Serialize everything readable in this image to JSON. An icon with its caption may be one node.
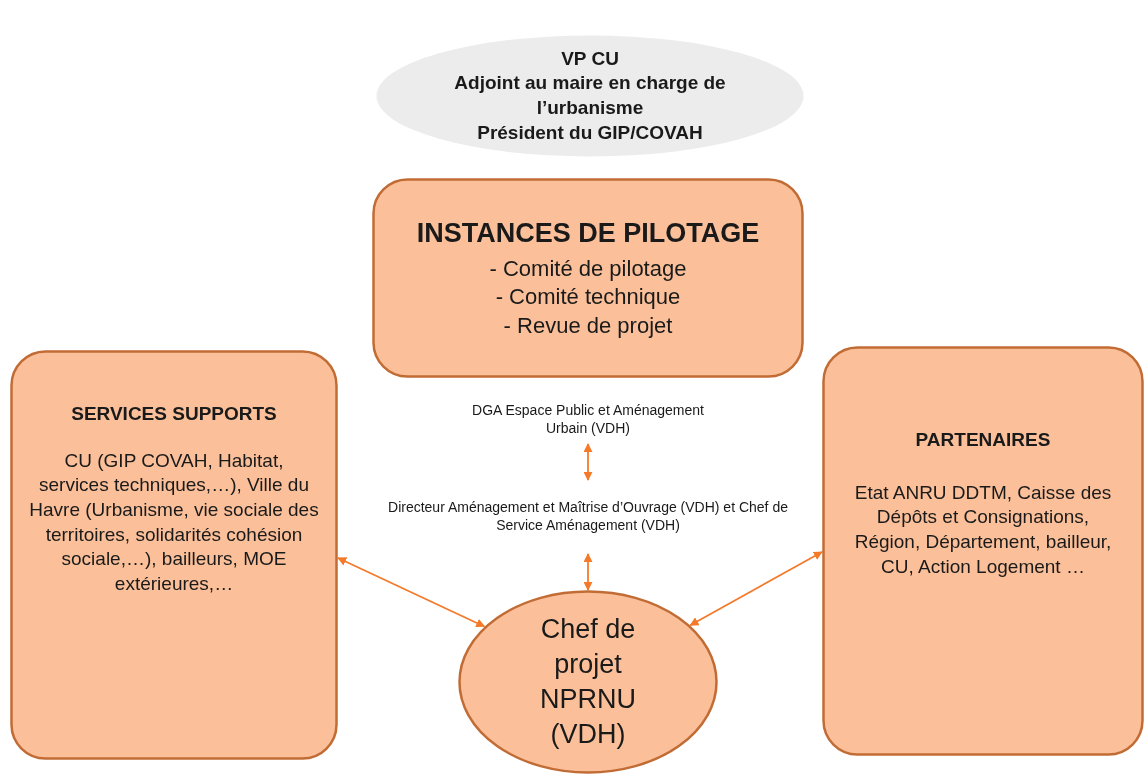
{
  "diagram": {
    "nodes": [
      {
        "text": [
          "VP CU",
          "Adjoint au maire en charge de l’urbanisme",
          "Président du GIP/COVAH"
        ]
      },
      {
        "text": [
          "INSTANCES DE PILOTAGE",
          "- Comité de pilotage",
          "- Comité technique",
          "- Revue de projet"
        ]
      },
      {
        "text": [
          "SERVICES SUPPORTS",
          "CU (GIP COVAH, Habitat, services techniques,…), Ville du Havre (Urbanisme, vie sociale des territoires, solidarités cohésion sociale,…), bailleurs, MOE extérieures,…"
        ]
      },
      {
        "text": [
          "DGA Espace Public et Aménagement Urbain (VDH)"
        ]
      },
      {
        "text": [
          "Directeur Aménagement et Maîtrise d’Ouvrage (VDH) et Chef de Service Aménagement (VDH)"
        ]
      },
      {
        "text": [
          "PARTENAIRES",
          "Etat ANRU DDTM, Caisse des Dépôts et Consignations, Région, Département, bailleur, CU, Action Logement …"
        ]
      },
      {
        "text": [
          "Chef de projet NPRNU (VDH)"
        ]
      }
    ],
    "edges": [
      {
        "from": 3,
        "to": 4,
        "arrow": "both"
      },
      {
        "from": 4,
        "to": 6,
        "arrow": "both"
      },
      {
        "from": 2,
        "to": 6,
        "arrow": "both"
      },
      {
        "from": 6,
        "to": 5,
        "arrow": "both"
      }
    ]
  }
}
